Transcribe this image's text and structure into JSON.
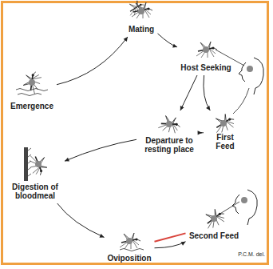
{
  "diagram": {
    "nodes": [
      {
        "text": [
          "Mating"
        ]
      },
      {
        "text": [
          "Host Seeking"
        ]
      },
      {
        "text": [
          "Emergence"
        ]
      },
      {
        "text": [
          "First Feed"
        ]
      },
      {
        "text": [
          "Departure to resting place"
        ]
      },
      {
        "text": [
          "Digestion of bloodmeal"
        ]
      },
      {
        "text": [
          "Second Feed"
        ]
      },
      {
        "text": [
          "Oviposition"
        ]
      }
    ],
    "edges": [
      {
        "from": 2,
        "to": 0,
        "arrow": "to"
      },
      {
        "from": 0,
        "to": 1,
        "arrow": "to"
      },
      {
        "from": 1,
        "to": 3,
        "arrow": "to"
      },
      {
        "from": 1,
        "to": 4,
        "arrow": "to"
      },
      {
        "from": 3,
        "to": 4,
        "arrow": "to"
      },
      {
        "from": 4,
        "to": 5,
        "arrow": "to"
      },
      {
        "from": 5,
        "to": 7,
        "arrow": "to"
      },
      {
        "from": 7,
        "to": 6,
        "arrow": "to"
      },
      {
        "from": 7,
        "to": 6,
        "arrow": "none"
      }
    ],
    "labels": [
      "P.C.M. del."
    ]
  }
}
